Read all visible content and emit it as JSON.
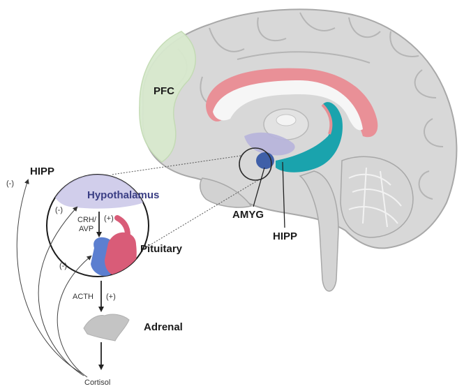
{
  "labels": {
    "pfc": "PFC",
    "amyg": "AMYG",
    "hipp_brain": "HIPP",
    "hipp_feedback": "HIPP",
    "hypothalamus": "Hypothalamus",
    "pituitary": "Pituitary",
    "adrenal": "Adrenal",
    "crh_avp_line1": "CRH/",
    "crh_avp_line2": "AVP",
    "acth": "ACTH",
    "cortisol": "Cortisol",
    "plus_crh": "(+)",
    "plus_acth": "(+)",
    "minus_hipp": "(-)",
    "minus_hypothalamus": "(-)",
    "minus_pituitary": "(-)"
  },
  "colors": {
    "brain_fill": "#d6d6d6",
    "brain_outline": "#a9a9a9",
    "pfc": "#d8e8cf",
    "cingulate": "#e58f94",
    "hippocampus": "#1aa3ad",
    "amygdala": "#3f5fa8",
    "hypothalamus": "#b8b5dc",
    "pituitary_anterior": "#d95c78",
    "pituitary_posterior": "#5c7fd0",
    "adrenal": "#c4c4c4",
    "arrow": "#222222"
  }
}
